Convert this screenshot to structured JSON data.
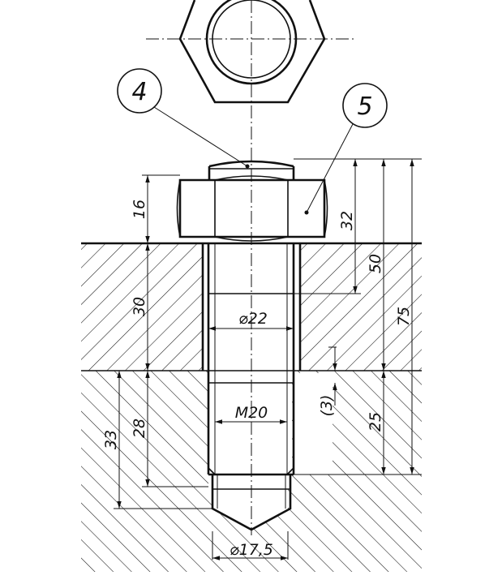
{
  "callouts": {
    "part_4": "4",
    "part_5": "5"
  },
  "dimensions": {
    "height_16": "16",
    "height_32": "32",
    "height_50": "50",
    "height_75": "75",
    "depth_30": "30",
    "depth_28": "28",
    "depth_33": "33",
    "depth_25": "25",
    "gap_3": "(3)",
    "diameter_22": "⌀22",
    "thread_m20": "M20",
    "diameter_17_5": "⌀17,5"
  },
  "colors": {
    "ink": "#111111",
    "paper": "#ffffff"
  }
}
